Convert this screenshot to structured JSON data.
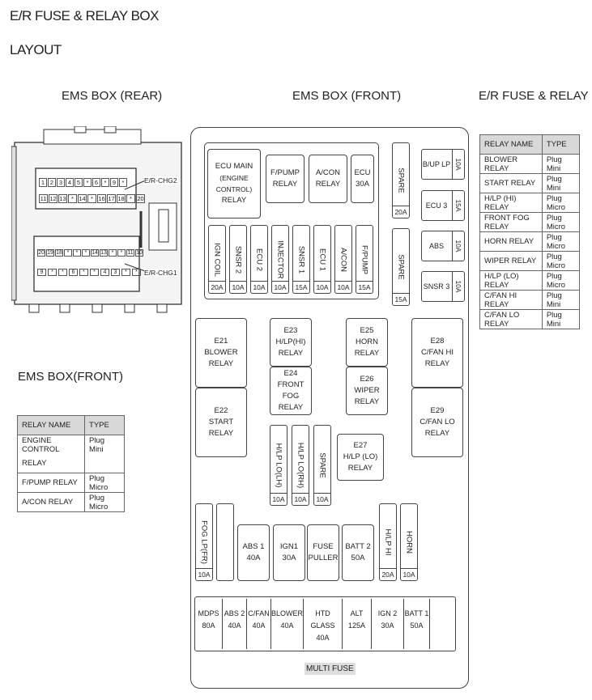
{
  "title": "E/R FUSE & RELAY BOX",
  "subtitle": "LAYOUT",
  "headers": {
    "ems_rear": "EMS BOX (REAR)",
    "ems_front": "EMS BOX (FRONT)",
    "er_box": "E/R FUSE & RELAY BOX",
    "ems_front_table": "EMS BOX(FRONT)"
  },
  "connectors": {
    "chg2": "E/R-CHG2",
    "chg1": "E/R-CHG1",
    "chg2_top": [
      "1",
      "2",
      "3",
      "4",
      "5",
      "*",
      "6",
      "*",
      "9",
      "*"
    ],
    "chg2_bottom": [
      "11",
      "12",
      "13",
      "*",
      "14",
      "*",
      "16",
      "17",
      "18",
      "*",
      "20"
    ],
    "chg1_top": [
      "20",
      "19",
      "18",
      "*",
      "*",
      "*",
      "14",
      "13",
      "*",
      "*",
      "11",
      "10"
    ],
    "chg1_bottom": [
      "9",
      "*",
      "*",
      "6",
      "*",
      "*",
      "4",
      "3",
      "*",
      "*"
    ]
  },
  "top_relays": [
    {
      "l1": "ECU MAIN",
      "l2": "(ENGINE CONTROL)",
      "l3": "RELAY"
    },
    {
      "l1": "F/PUMP",
      "l2": "RELAY"
    },
    {
      "l1": "A/CON",
      "l2": "RELAY"
    },
    {
      "l1": "ECU",
      "l2": "30A"
    }
  ],
  "top_fuses": [
    {
      "name": "IGN COIL",
      "amp": "20A"
    },
    {
      "name": "SNSR 2",
      "amp": "10A"
    },
    {
      "name": "ECU 2",
      "amp": "10A"
    },
    {
      "name": "INJECTOR",
      "amp": "10A"
    },
    {
      "name": "SNSR 1",
      "amp": "15A"
    },
    {
      "name": "ECU 1",
      "amp": "10A"
    },
    {
      "name": "A/CON",
      "amp": "10A"
    },
    {
      "name": "F/PUMP",
      "amp": "15A"
    }
  ],
  "spare_fuses": [
    {
      "name": "SPARE",
      "amp": "20A"
    },
    {
      "name": "SPARE",
      "amp": "15A"
    }
  ],
  "right_fuses": [
    {
      "name": "B/UP LP",
      "amp": "10A"
    },
    {
      "name": "ECU 3",
      "amp": "15A"
    },
    {
      "name": "ABS",
      "amp": "10A"
    },
    {
      "name": "SNSR 3",
      "amp": "10A"
    }
  ],
  "relays": {
    "e21": {
      "l1": "E21",
      "l2": "BLOWER",
      "l3": "RELAY"
    },
    "e22": {
      "l1": "E22",
      "l2": "START",
      "l3": "RELAY"
    },
    "e23": {
      "l1": "E23",
      "l2": "H/LP(HI)",
      "l3": "RELAY"
    },
    "e24": {
      "l1": "E24",
      "l2": "FRONT",
      "l3": "FOG RELAY"
    },
    "e25": {
      "l1": "E25",
      "l2": "HORN",
      "l3": "RELAY"
    },
    "e26": {
      "l1": "E26",
      "l2": "WIPER",
      "l3": "RELAY"
    },
    "e27": {
      "l1": "E27",
      "l2": "H/LP (LO)",
      "l3": "RELAY"
    },
    "e28": {
      "l1": "E28",
      "l2": "C/FAN HI",
      "l3": "RELAY"
    },
    "e29": {
      "l1": "E29",
      "l2": "C/FAN LO",
      "l3": "RELAY"
    }
  },
  "mid_fuses": [
    {
      "name": "H/LP LO(LH)",
      "amp": "10A"
    },
    {
      "name": "H/LP LO(RH)",
      "amp": "10A"
    },
    {
      "name": "SPARE",
      "amp": "10A"
    }
  ],
  "lower_fuses": [
    {
      "name": "FOG LP(FR)",
      "amp": "10A"
    },
    {
      "name": "H/LP HI",
      "amp": "20A"
    },
    {
      "name": "HORN",
      "amp": "10A"
    }
  ],
  "big_fuses": [
    {
      "l1": "ABS 1",
      "l2": "40A"
    },
    {
      "l1": "IGN1",
      "l2": "30A"
    },
    {
      "l1": "FUSE",
      "l2": "PULLER"
    },
    {
      "l1": "BATT 2",
      "l2": "50A"
    }
  ],
  "multi_fuse": {
    "label": "MULTI FUSE",
    "items": [
      {
        "l1": "MDPS",
        "l2": "80A"
      },
      {
        "l1": "ABS 2",
        "l2": "40A"
      },
      {
        "l1": "C/FAN",
        "l2": "40A"
      },
      {
        "l1": "BLOWER",
        "l2": "40A"
      },
      {
        "l1": "HTD GLASS",
        "l2": "40A"
      },
      {
        "l1": "ALT",
        "l2": "125A"
      },
      {
        "l1": "IGN 2",
        "l2": "30A"
      },
      {
        "l1": "BATT 1",
        "l2": "50A"
      }
    ]
  },
  "er_table": {
    "headers": [
      "RELAY NAME",
      "TYPE"
    ],
    "rows": [
      [
        "BLOWER RELAY",
        "Plug Mini"
      ],
      [
        "START RELAY",
        "Plug Mini"
      ],
      [
        "H/LP (HI) RELAY",
        "Plug Micro"
      ],
      [
        "FRONT FOG RELAY",
        "Plug Micro"
      ],
      [
        "HORN RELAY",
        "Plug Micro"
      ],
      [
        "WIPER RELAY",
        "Plug Micro"
      ],
      [
        "H/LP (LO) RELAY",
        "Plug Micro"
      ],
      [
        "C/FAN HI RELAY",
        "Plug Mini"
      ],
      [
        "C/FAN LO RELAY",
        "Plug Mini"
      ]
    ]
  },
  "ems_table": {
    "headers": [
      "RELAY NAME",
      "TYPE"
    ],
    "rows": [
      [
        "ENGINE CONTROL",
        "Plug Mini"
      ],
      [
        "RELAY",
        ""
      ],
      [
        "F/PUMP RELAY",
        "Plug Micro"
      ],
      [
        "A/CON RELAY",
        "Plug Micro"
      ]
    ]
  }
}
